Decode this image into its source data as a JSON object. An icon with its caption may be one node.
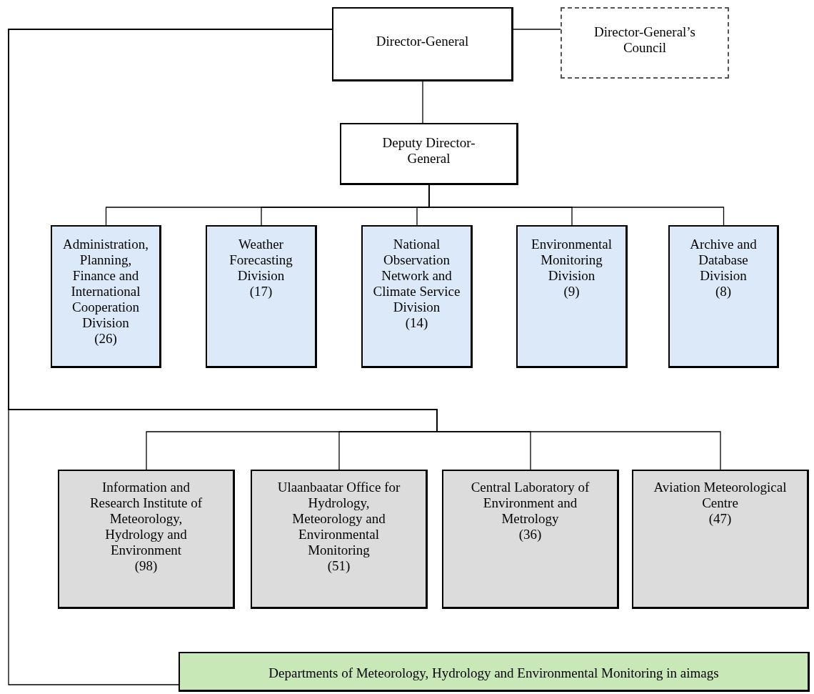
{
  "diagram": {
    "nodes": [
      {
        "text": [
          "Director-General"
        ]
      },
      {
        "text": [
          "Director-General’s Council"
        ]
      },
      {
        "text": [
          "Deputy Director-General"
        ]
      },
      {
        "text": [
          "Administration, Planning, Finance and International Cooperation Division",
          "(26)"
        ]
      },
      {
        "text": [
          "Weather Forecasting Division",
          "(17)"
        ]
      },
      {
        "text": [
          "National Observation Network and Climate Service Division",
          "(14)"
        ]
      },
      {
        "text": [
          "Environmental Monitoring Division",
          "(9)"
        ]
      },
      {
        "text": [
          "Archive and Database Division",
          "(8)"
        ]
      },
      {
        "text": [
          "Information and Research Institute of Meteorology, Hydrology and Environment",
          "(98)"
        ]
      },
      {
        "text": [
          "Ulaanbaatar Office for Hydrology, Meteorology and Environmental Monitoring",
          "(51)"
        ]
      },
      {
        "text": [
          "Central Laboratory of Environment and Metrology",
          "(36)"
        ]
      },
      {
        "text": [
          "Aviation Meteorological Centre",
          "(47)"
        ]
      },
      {
        "text": [
          "Departments of Meteorology, Hydrology and Environmental Monitoring in aimags"
        ]
      }
    ],
    "edges": [
      {
        "from": 0,
        "to": 1,
        "arrow": "none"
      },
      {
        "from": 0,
        "to": 2,
        "arrow": "none"
      },
      {
        "from": 2,
        "to": 3,
        "arrow": "none"
      },
      {
        "from": 2,
        "to": 4,
        "arrow": "none"
      },
      {
        "from": 2,
        "to": 5,
        "arrow": "none"
      },
      {
        "from": 2,
        "to": 6,
        "arrow": "none"
      },
      {
        "from": 2,
        "to": 7,
        "arrow": "none"
      },
      {
        "from": 0,
        "to": 8,
        "arrow": "none"
      },
      {
        "from": 0,
        "to": 9,
        "arrow": "none"
      },
      {
        "from": 0,
        "to": 10,
        "arrow": "none"
      },
      {
        "from": 0,
        "to": 11,
        "arrow": "none"
      },
      {
        "from": 0,
        "to": 12,
        "arrow": "none"
      }
    ]
  }
}
